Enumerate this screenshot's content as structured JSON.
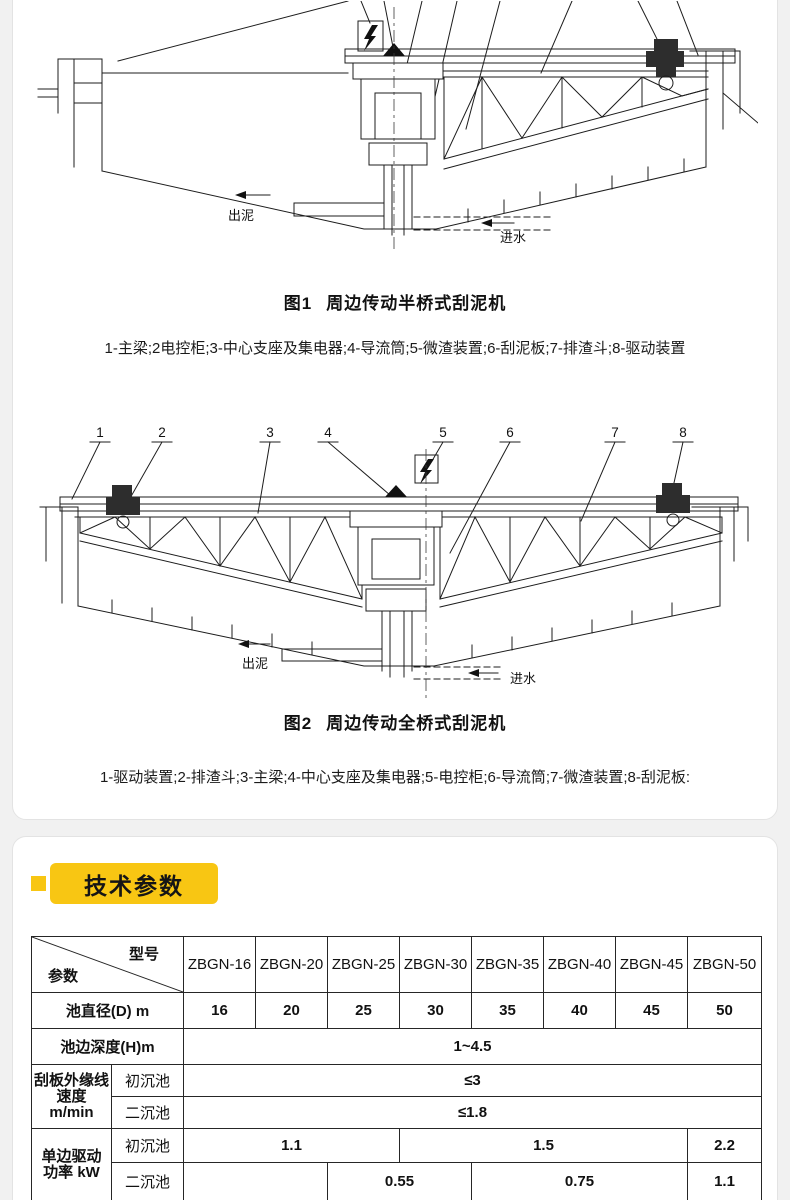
{
  "theme": {
    "accent": "#f8c613"
  },
  "figure1": {
    "caption_no": "图1",
    "caption_title": "周边传动半桥式刮泥机",
    "legend": "1-主梁;2电控柜;3-中心支座及集电器;4-导流筒;5-微渣装置;6-刮泥板;7-排渣斗;8-驱动装置",
    "label_sludge_out": "出泥",
    "label_water_in": "进水"
  },
  "figure2": {
    "caption_no": "图2",
    "caption_title": "周边传动全桥式刮泥机",
    "legend": "1-驱动装置;2-排渣斗;3-主梁;4-中心支座及集电器;5-电控柜;6-导流筒;7-微渣装置;8-刮泥板:",
    "callouts": [
      "1",
      "2",
      "3",
      "4",
      "5",
      "6",
      "7",
      "8"
    ],
    "label_sludge_out": "出泥",
    "label_water_in": "进水"
  },
  "section": {
    "heading": "技术参数"
  },
  "table": {
    "corner": {
      "top": "型号",
      "bottom": "参数"
    },
    "models": [
      "ZBGN-16",
      "ZBGN-20",
      "ZBGN-25",
      "ZBGN-30",
      "ZBGN-35",
      "ZBGN-40",
      "ZBGN-45",
      "ZBGN-50"
    ],
    "diameter": {
      "label": "池直径(D) m",
      "values": [
        "16",
        "20",
        "25",
        "30",
        "35",
        "40",
        "45",
        "50"
      ]
    },
    "depth": {
      "label": "池边深度(H)m",
      "value": "1~4.5"
    },
    "speed": {
      "label_line1": "刮板外缘线",
      "label_line2": "速度 m/min",
      "primary_label": "初沉池",
      "primary_value": "≤3",
      "secondary_label": "二沉池",
      "secondary_value": "≤1.8"
    },
    "power": {
      "label_line1": "单边驱动",
      "label_line2": "功率 kW",
      "primary_label": "初沉池",
      "primary_values": [
        "1.1",
        "1.5",
        "2.2"
      ],
      "secondary_label": "二沉池",
      "secondary_values": [
        "",
        "0.55",
        "0.75",
        "1.1"
      ]
    }
  }
}
